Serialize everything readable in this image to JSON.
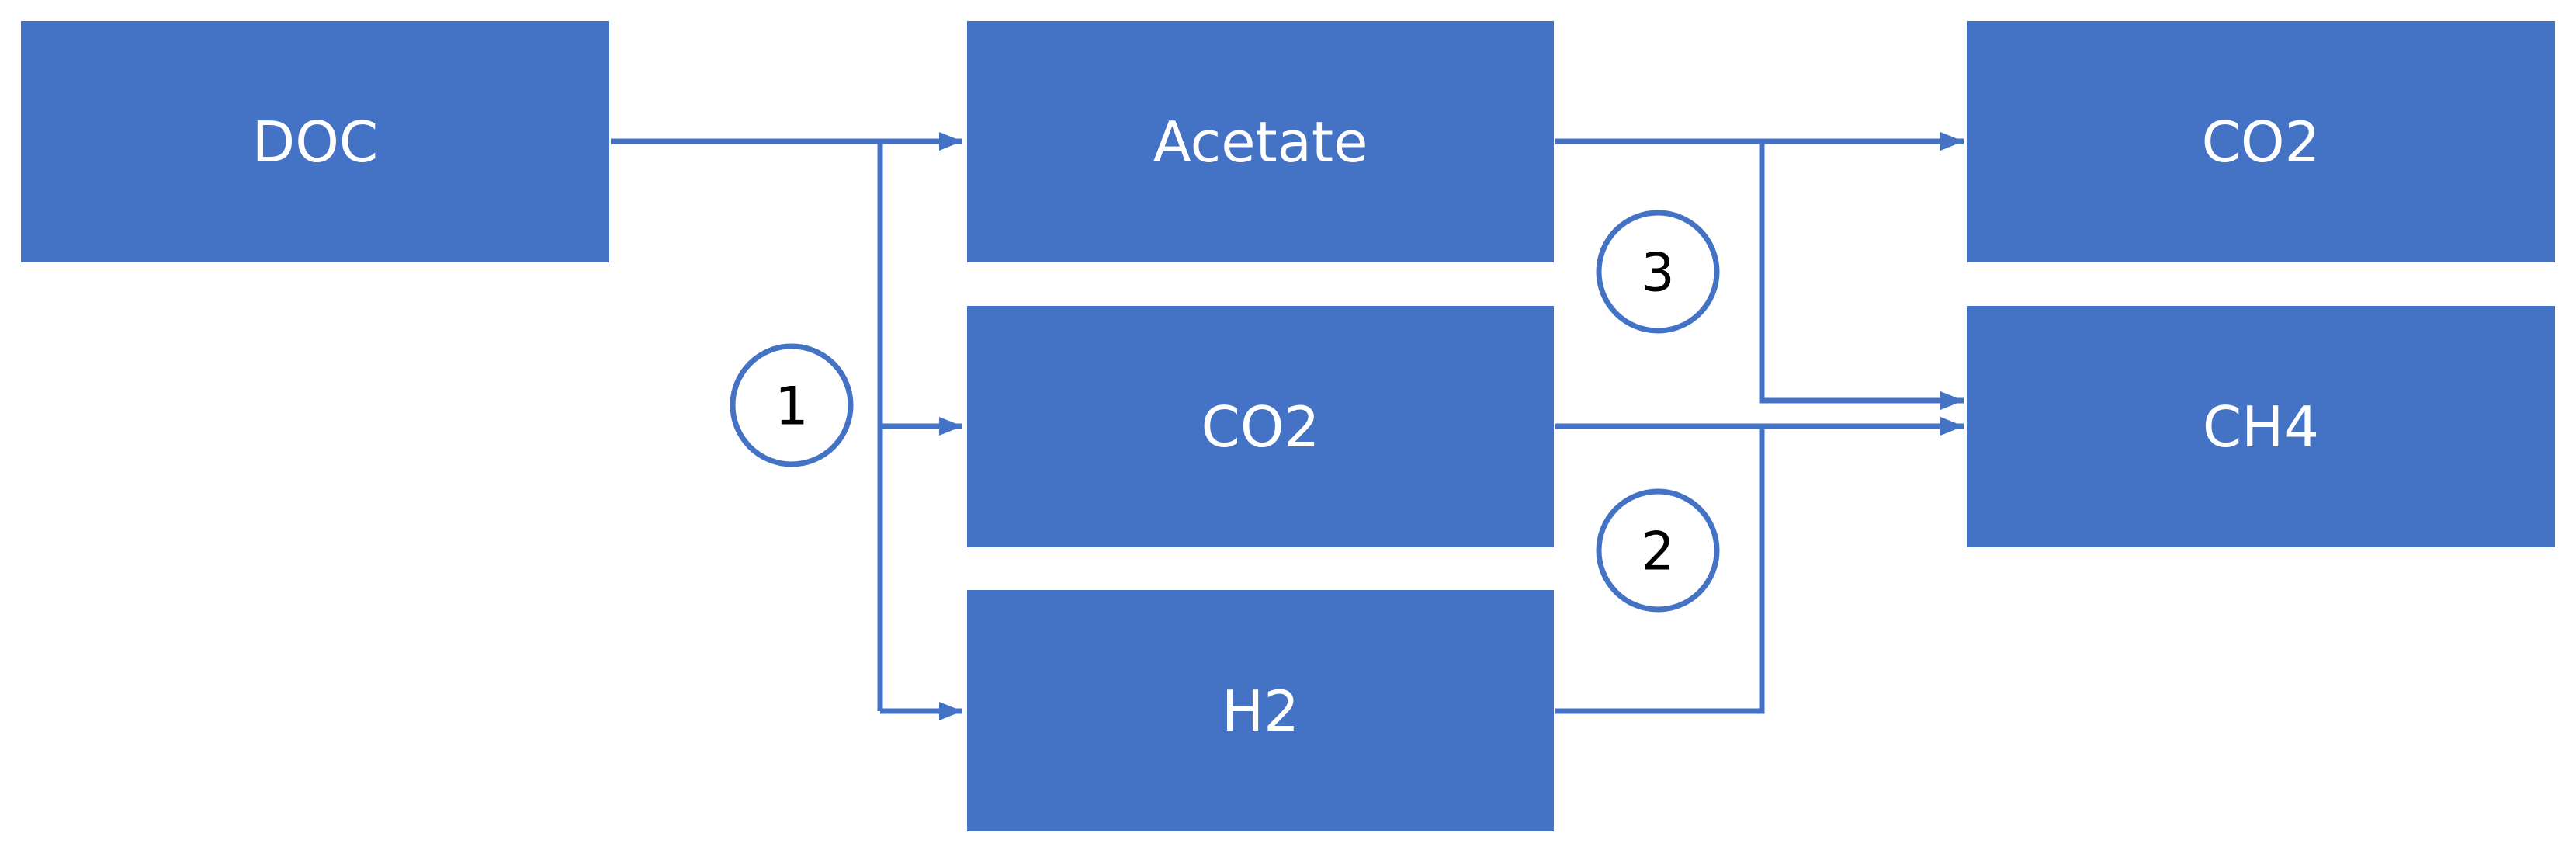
{
  "colors": {
    "node_fill": "#4472C4",
    "node_text": "#FFFFFF",
    "edge": "#4472C4",
    "step_text": "#000000"
  },
  "nodes": {
    "doc": "DOC",
    "acetate": "Acetate",
    "co2_mid": "CO2",
    "h2": "H2",
    "co2_out": "CO2",
    "ch4": "CH4"
  },
  "steps": {
    "one": "1",
    "two": "2",
    "three": "3"
  },
  "edges": [
    {
      "from": "DOC",
      "to": "Acetate",
      "step": "1"
    },
    {
      "from": "DOC",
      "to": "CO2",
      "step": "1"
    },
    {
      "from": "DOC",
      "to": "H2",
      "step": "1"
    },
    {
      "from": "Acetate",
      "to": "CO2",
      "step": "3"
    },
    {
      "from": "Acetate",
      "to": "CH4",
      "step": "3"
    },
    {
      "from": "CO2",
      "to": "CH4",
      "step": "2"
    },
    {
      "from": "H2",
      "to": "CH4",
      "step": "2"
    }
  ]
}
